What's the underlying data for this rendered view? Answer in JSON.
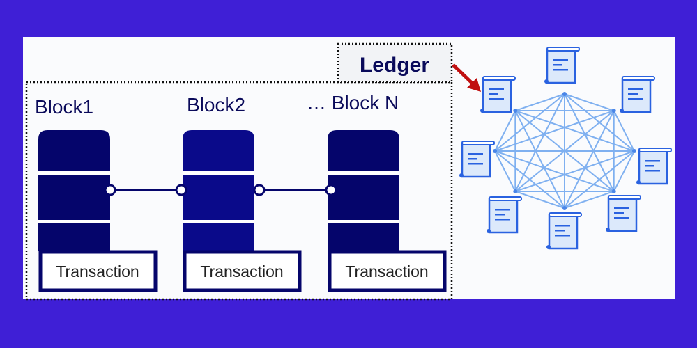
{
  "ledger_label": "Ledger",
  "blocks": [
    {
      "title": "Block1",
      "transaction": "Transaction"
    },
    {
      "title": "Block2",
      "transaction": "Transaction"
    },
    {
      "title": "… Block N",
      "transaction": "Transaction"
    }
  ],
  "network": {
    "node_count": 8,
    "node_icon": "ledger-scroll-icon"
  },
  "colors": {
    "background": "#3f1fd6",
    "block": "#05056b",
    "block_alt": "#0a0a8a",
    "network_line": "#7fb0f0",
    "scroll_fill": "#dce9fb",
    "scroll_stroke": "#2a62e0",
    "arrow": "#c01010"
  }
}
